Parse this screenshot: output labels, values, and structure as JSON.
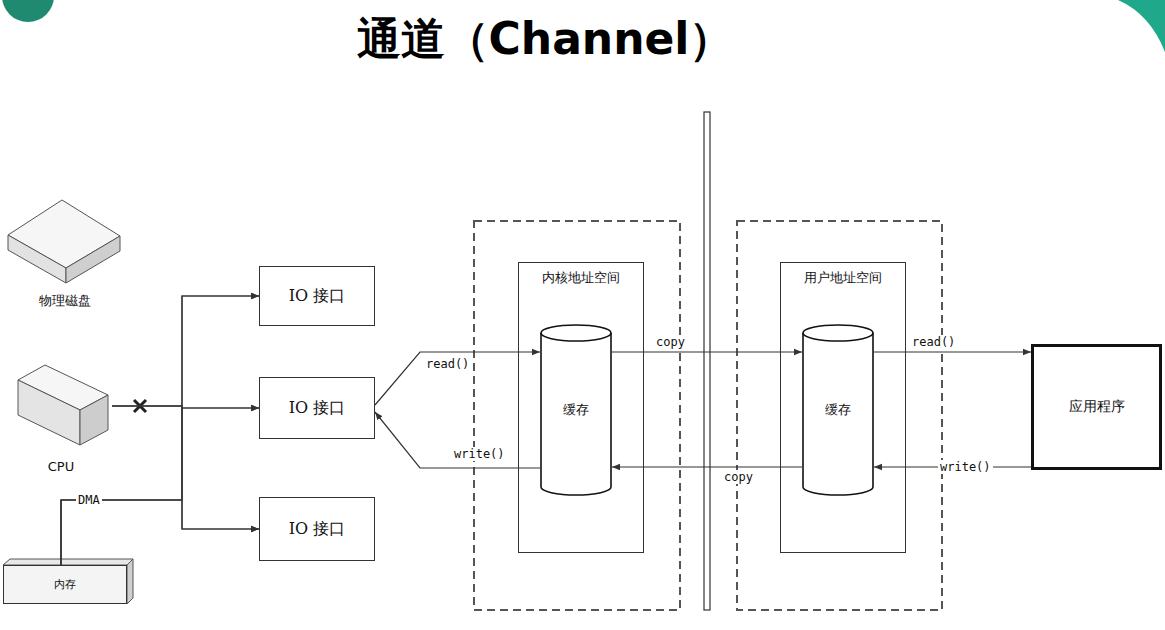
{
  "diagram": {
    "title": "通道（Channel）",
    "nodes": [
      {
        "text": [
          "物理磁盘"
        ]
      },
      {
        "text": [
          "CPU"
        ]
      },
      {
        "text": [
          "内存"
        ]
      },
      {
        "text": [
          "IO 接口"
        ]
      },
      {
        "text": [
          "IO 接口"
        ]
      },
      {
        "text": [
          "IO 接口"
        ]
      },
      {
        "text": [
          "内核地址空间"
        ]
      },
      {
        "text": [
          "缓存"
        ],
        "in": 6
      },
      {
        "text": [
          "用户地址空间"
        ]
      },
      {
        "text": [
          "缓存"
        ],
        "in": 8
      },
      {
        "text": [
          "应用程序"
        ]
      }
    ],
    "edges": [
      {
        "from": 1,
        "to": 3,
        "arrow": "to"
      },
      {
        "from": 1,
        "to": 4,
        "arrow": "to"
      },
      {
        "from": 1,
        "to": 5,
        "arrow": "to"
      },
      {
        "from": 2,
        "to": 3,
        "label": "DMA",
        "arrow": "to"
      },
      {
        "from": 2,
        "to": 4,
        "arrow": "to"
      },
      {
        "from": 2,
        "to": 5,
        "arrow": "to"
      },
      {
        "from": 4,
        "to": 7,
        "label": "read()",
        "arrow": "to"
      },
      {
        "from": 7,
        "to": 4,
        "label": "write()",
        "arrow": "to"
      },
      {
        "from": 7,
        "to": 9,
        "label": "copy",
        "arrow": "to"
      },
      {
        "from": 9,
        "to": 10,
        "label": "read()",
        "arrow": "to"
      },
      {
        "from": 10,
        "to": 9,
        "label": "write()",
        "arrow": "to"
      },
      {
        "from": 9,
        "to": 7,
        "label": "copy",
        "arrow": "to"
      }
    ]
  }
}
